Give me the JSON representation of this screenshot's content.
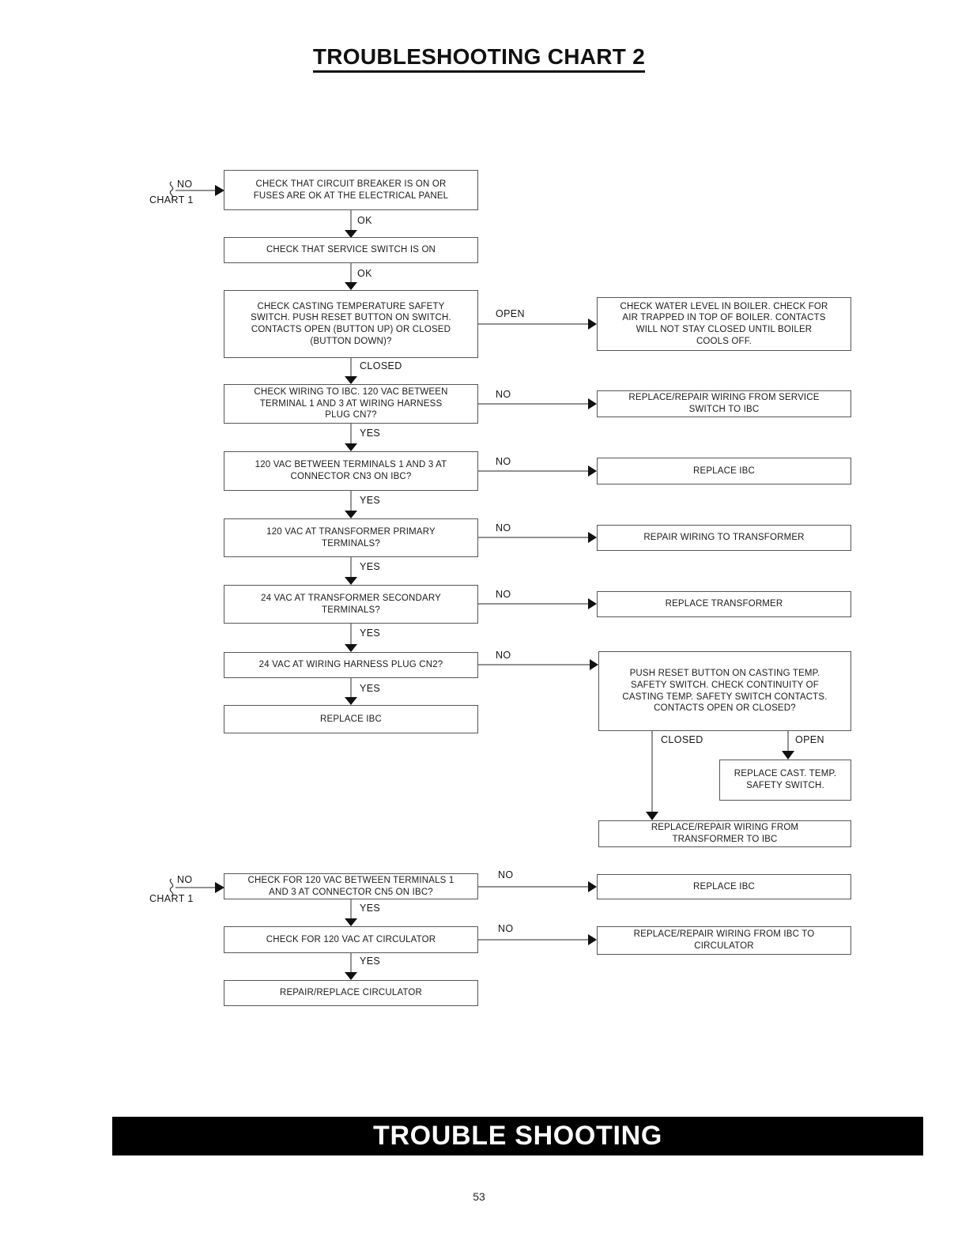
{
  "page": {
    "title": "TROUBLESHOOTING CHART 2",
    "footer_banner": "TROUBLE SHOOTING",
    "page_number": "53"
  },
  "labels": {
    "no": "NO",
    "yes": "YES",
    "ok": "OK",
    "open": "OPEN",
    "closed": "CLOSED",
    "chart1": "CHART 1"
  },
  "nodes": {
    "circuit_breaker": "CHECK THAT CIRCUIT BREAKER IS ON OR FUSES ARE OK AT THE ELECTRICAL PANEL",
    "service_switch": "CHECK THAT SERVICE SWITCH IS ON",
    "casting_temp": "CHECK CASTING TEMPERATURE SAFETY SWITCH. PUSH RESET BUTTON ON SWITCH. CONTACTS OPEN (BUTTON UP) OR CLOSED (BUTTON DOWN)?",
    "water_level": "CHECK WATER LEVEL IN BOILER. CHECK FOR AIR TRAPPED IN TOP OF BOILER. CONTACTS WILL NOT STAY CLOSED UNTIL BOILER COOLS OFF.",
    "wiring_ibc": "CHECK WIRING TO IBC. 120 VAC BETWEEN TERMINAL 1 AND 3 AT WIRING HARNESS PLUG CN7?",
    "wiring_service": "REPLACE/REPAIR WIRING FROM SERVICE SWITCH TO IBC",
    "cn3": "120 VAC BETWEEN TERMINALS 1 AND 3 AT CONNECTOR CN3 ON IBC?",
    "replace_ibc_2": "REPLACE IBC",
    "primary": "120 VAC AT TRANSFORMER PRIMARY TERMINALS?",
    "repair_wiring_transformer": "REPAIR WIRING TO TRANSFORMER",
    "secondary": "24 VAC AT TRANSFORMER SECONDARY TERMINALS?",
    "replace_transformer": "REPLACE TRANSFORMER",
    "cn2": "24 VAC AT WIRING HARNESS PLUG CN2?",
    "push_reset": "PUSH RESET BUTTON ON CASTING TEMP. SAFETY SWITCH. CHECK CONTINUITY OF CASTING TEMP. SAFETY SWITCH CONTACTS. CONTACTS OPEN OR CLOSED?",
    "replace_ibc_1": "REPLACE IBC",
    "replace_cast_temp": "REPLACE CAST. TEMP. SAFETY SWITCH.",
    "wiring_transformer_ibc": "REPLACE/REPAIR WIRING FROM TRANSFORMER TO IBC",
    "cn5": "CHECK FOR 120 VAC BETWEEN TERMINALS 1 AND 3 AT CONNECTOR CN5 ON IBC?",
    "replace_ibc_3": "REPLACE IBC",
    "circulator": "CHECK FOR 120 VAC AT CIRCULATOR",
    "wiring_circulator": "REPLACE/REPAIR WIRING FROM IBC TO CIRCULATOR",
    "repair_circulator": "REPAIR/REPLACE CIRCULATOR"
  },
  "edges": [
    {
      "from": "CHART 1",
      "label": "NO",
      "to": "circuit_breaker"
    },
    {
      "from": "circuit_breaker",
      "label": "OK",
      "to": "service_switch"
    },
    {
      "from": "service_switch",
      "label": "OK",
      "to": "casting_temp"
    },
    {
      "from": "casting_temp",
      "label": "OPEN",
      "to": "water_level"
    },
    {
      "from": "casting_temp",
      "label": "CLOSED",
      "to": "wiring_ibc"
    },
    {
      "from": "wiring_ibc",
      "label": "NO",
      "to": "wiring_service"
    },
    {
      "from": "wiring_ibc",
      "label": "YES",
      "to": "cn3"
    },
    {
      "from": "cn3",
      "label": "NO",
      "to": "replace_ibc_2"
    },
    {
      "from": "cn3",
      "label": "YES",
      "to": "primary"
    },
    {
      "from": "primary",
      "label": "NO",
      "to": "repair_wiring_transformer"
    },
    {
      "from": "primary",
      "label": "YES",
      "to": "secondary"
    },
    {
      "from": "secondary",
      "label": "NO",
      "to": "replace_transformer"
    },
    {
      "from": "secondary",
      "label": "YES",
      "to": "cn2"
    },
    {
      "from": "cn2",
      "label": "NO",
      "to": "push_reset"
    },
    {
      "from": "cn2",
      "label": "YES",
      "to": "replace_ibc_1"
    },
    {
      "from": "push_reset",
      "label": "CLOSED",
      "to": "wiring_transformer_ibc"
    },
    {
      "from": "push_reset",
      "label": "OPEN",
      "to": "replace_cast_temp"
    },
    {
      "from": "CHART 1",
      "label": "NO",
      "to": "cn5"
    },
    {
      "from": "cn5",
      "label": "NO",
      "to": "replace_ibc_3"
    },
    {
      "from": "cn5",
      "label": "YES",
      "to": "circulator"
    },
    {
      "from": "circulator",
      "label": "NO",
      "to": "wiring_circulator"
    },
    {
      "from": "circulator",
      "label": "YES",
      "to": "repair_circulator"
    }
  ]
}
